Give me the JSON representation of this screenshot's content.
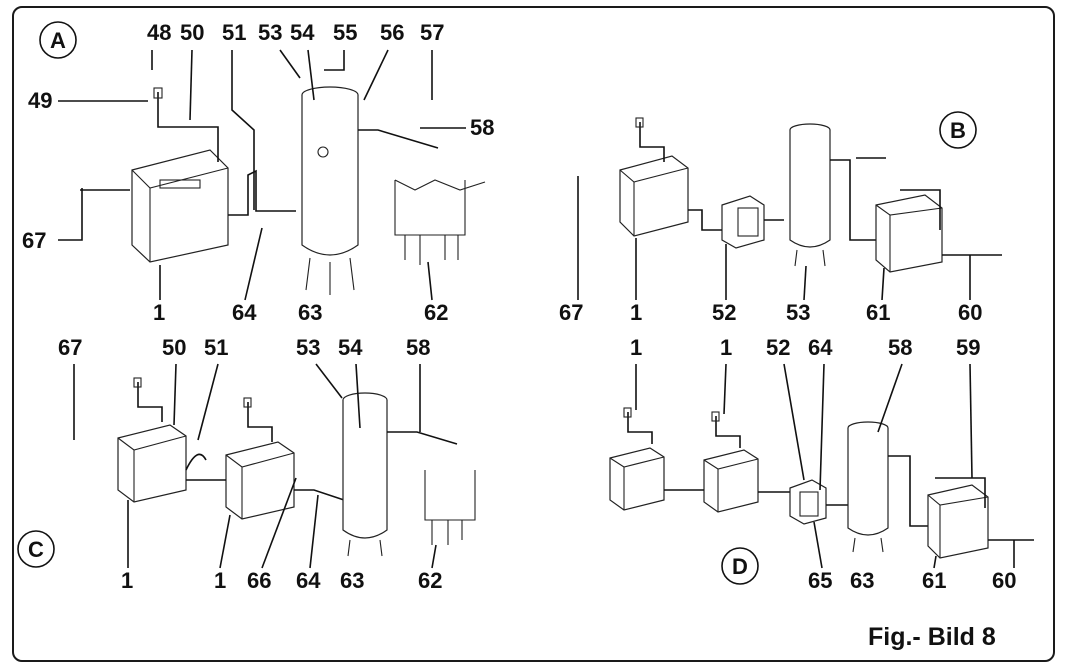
{
  "caption": "Fig.- Bild 8",
  "panels": {
    "A": {
      "letter": "A",
      "labels": [
        "48",
        "49",
        "50",
        "51",
        "53",
        "54",
        "55",
        "56",
        "57",
        "58",
        "67",
        "1",
        "64",
        "63",
        "62"
      ]
    },
    "B": {
      "letter": "B",
      "labels": [
        "67",
        "1",
        "52",
        "53",
        "61",
        "60"
      ]
    },
    "C": {
      "letter": "C",
      "labels": [
        "67",
        "50",
        "51",
        "53",
        "54",
        "58",
        "1",
        "1",
        "66",
        "64",
        "63",
        "62"
      ]
    },
    "D": {
      "letter": "D",
      "labels": [
        "1",
        "1",
        "52",
        "64",
        "58",
        "59",
        "65",
        "63",
        "61",
        "60"
      ]
    }
  }
}
